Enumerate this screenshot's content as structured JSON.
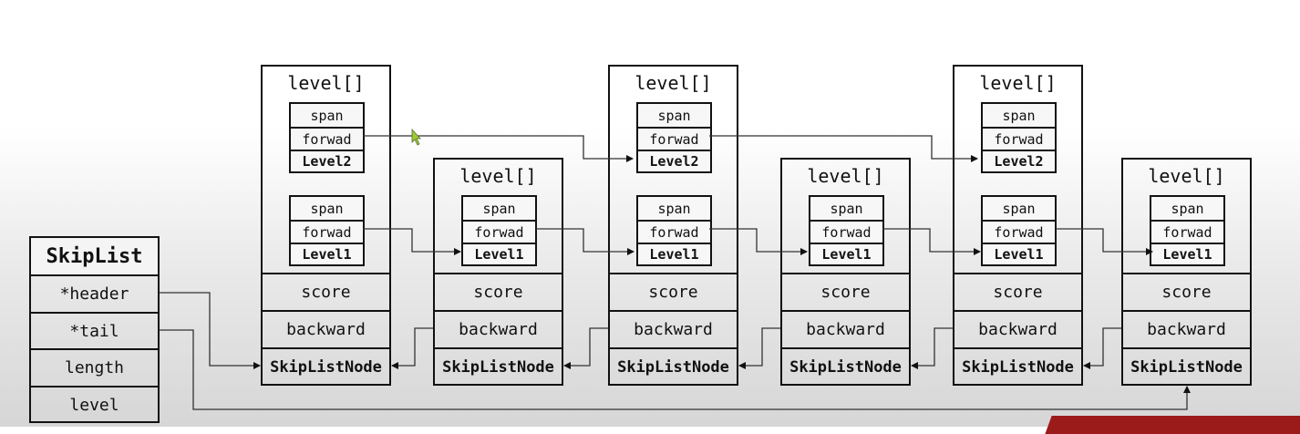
{
  "skiplist": {
    "title": "SkipList",
    "fields": [
      "*header",
      "*tail",
      "length",
      "level"
    ]
  },
  "node_labels": {
    "level_array": "level[]",
    "span": "span",
    "forward": "forwad",
    "score": "score",
    "backward": "backward",
    "name": "SkipListNode"
  },
  "nodes": [
    {
      "levels": [
        "Level2",
        "Level1"
      ]
    },
    {
      "levels": [
        "Level1"
      ]
    },
    {
      "levels": [
        "Level2",
        "Level1"
      ]
    },
    {
      "levels": [
        "Level1"
      ]
    },
    {
      "levels": [
        "Level2",
        "Level1"
      ]
    },
    {
      "levels": [
        "Level1"
      ]
    }
  ],
  "colors": {
    "line": "#111111",
    "cursor": "#9acd32",
    "banner": "#9b1b1b"
  }
}
